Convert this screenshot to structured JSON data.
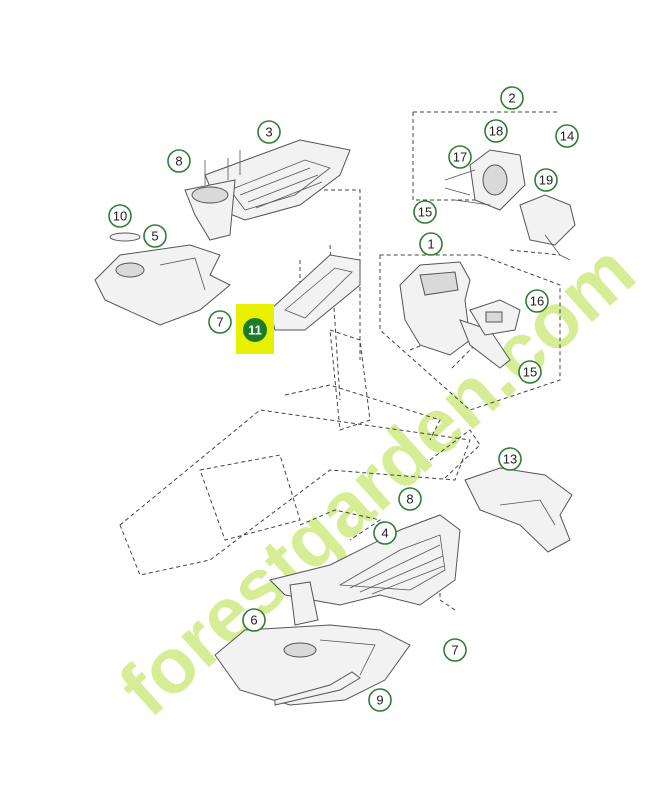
{
  "diagram": {
    "highlight_color": "#e8f000",
    "callout_color": "#2e7d32",
    "watermark_text": "forestgarden.com",
    "highlighted_part": "11",
    "callouts": [
      "2",
      "3",
      "8",
      "18",
      "14",
      "17",
      "19",
      "10",
      "5",
      "15",
      "1",
      "16",
      "7",
      "15",
      "13",
      "8",
      "4",
      "6",
      "7",
      "9"
    ]
  }
}
